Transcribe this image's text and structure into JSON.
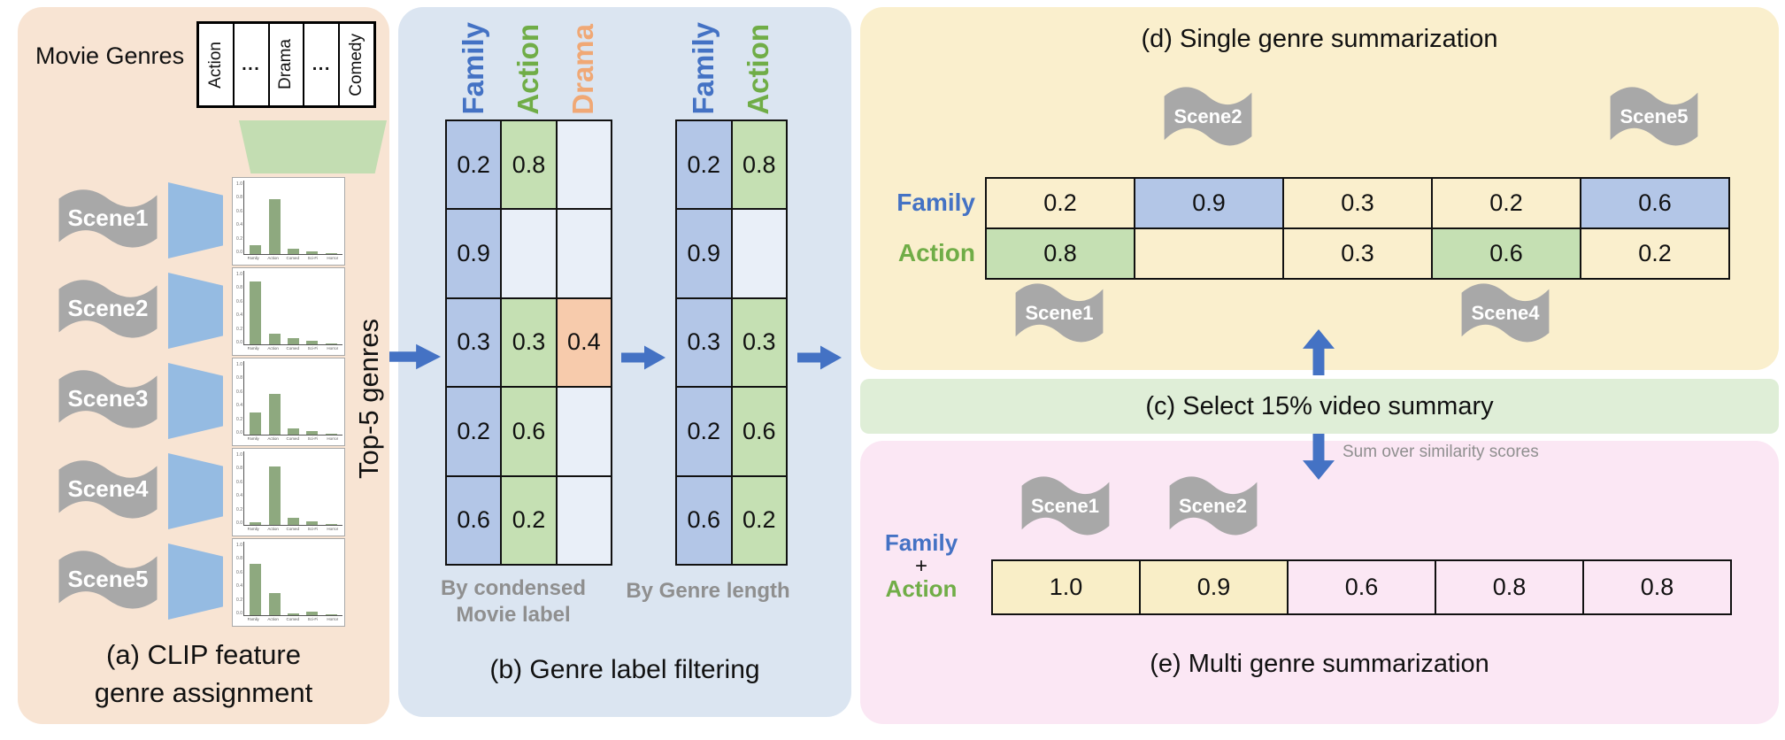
{
  "panel_a": {
    "caption": [
      "(a)  CLIP feature",
      "genre assignment"
    ],
    "movie_genres_label": "Movie Genres",
    "genre_strip": [
      "Action",
      "...",
      "Drama",
      "...",
      "Comedy"
    ],
    "top5_label": "Top-5 genres",
    "scenes": [
      "Scene1",
      "Scene2",
      "Scene3",
      "Scene4",
      "Scene5"
    ],
    "mini_charts": {
      "type": "bar",
      "ylabels": [
        "1.0",
        "0.8",
        "0.6",
        "0.4",
        "0.2",
        "0.0"
      ],
      "xlabels": [
        "Family",
        "Action",
        "Comedy",
        "Sci-Fi",
        "Horror"
      ],
      "values": [
        [
          0.12,
          0.75,
          0.07,
          0.04,
          0.01
        ],
        [
          0.85,
          0.15,
          0.08,
          0.05,
          0.01
        ],
        [
          0.3,
          0.55,
          0.08,
          0.05,
          0.01
        ],
        [
          0.04,
          0.8,
          0.1,
          0.05,
          0.01
        ],
        [
          0.7,
          0.3,
          0.02,
          0.05,
          0.01
        ]
      ]
    }
  },
  "panel_b": {
    "caption": "(b) Genre label filtering",
    "table1": {
      "headers": [
        {
          "label": "Family",
          "color": "#4472c4"
        },
        {
          "label": "Action",
          "color": "#70ad47"
        },
        {
          "label": "Drama",
          "color": "#f0a875"
        }
      ],
      "rows": [
        [
          "0.2",
          "0.8",
          ""
        ],
        [
          "0.9",
          "",
          ""
        ],
        [
          "0.3",
          "0.3",
          "0.4"
        ],
        [
          "0.2",
          "0.6",
          ""
        ],
        [
          "0.6",
          "0.2",
          ""
        ]
      ],
      "fills": [
        [
          "blue",
          "green",
          "empty"
        ],
        [
          "blue",
          "empty",
          "empty"
        ],
        [
          "blue",
          "green",
          "orange"
        ],
        [
          "blue",
          "green",
          "empty"
        ],
        [
          "blue",
          "green",
          "empty"
        ]
      ],
      "caption_lines": [
        "By condensed",
        "Movie label"
      ]
    },
    "table2": {
      "headers": [
        {
          "label": "Family",
          "color": "#4472c4"
        },
        {
          "label": "Action",
          "color": "#70ad47"
        }
      ],
      "rows": [
        [
          "0.2",
          "0.8"
        ],
        [
          "0.9",
          ""
        ],
        [
          "0.3",
          "0.3"
        ],
        [
          "0.2",
          "0.6"
        ],
        [
          "0.6",
          "0.2"
        ]
      ],
      "fills": [
        [
          "blue",
          "green"
        ],
        [
          "blue",
          "empty"
        ],
        [
          "blue",
          "green"
        ],
        [
          "blue",
          "green"
        ],
        [
          "blue",
          "green"
        ]
      ],
      "caption_lines": [
        "By Genre length"
      ]
    }
  },
  "panel_d": {
    "title": "(d) Single genre summarization",
    "row_labels": [
      {
        "label": "Family",
        "color": "#4472c4"
      },
      {
        "label": "Action",
        "color": "#70ad47"
      }
    ],
    "rows": [
      {
        "values": [
          "0.2",
          "0.9",
          "0.3",
          "0.2",
          "0.6"
        ],
        "fills": [
          "plain",
          "blue",
          "plain",
          "plain",
          "blue"
        ]
      },
      {
        "values": [
          "0.8",
          "",
          "0.3",
          "0.6",
          "0.2"
        ],
        "fills": [
          "green",
          "plain",
          "plain",
          "green",
          "plain"
        ]
      }
    ],
    "flags_top": [
      {
        "label": "Scene2",
        "col": 2
      },
      {
        "label": "Scene5",
        "col": 5
      }
    ],
    "flags_bottom": [
      {
        "label": "Scene1",
        "col": 1
      },
      {
        "label": "Scene4",
        "col": 4
      }
    ]
  },
  "panel_c": {
    "label": "(c) Select 15% video summary"
  },
  "panel_e": {
    "caption": "(e) Multi genre summarization",
    "note": "Sum over similarity scores",
    "row_label": {
      "top": "Family",
      "mid": "+",
      "bottom": "Action"
    },
    "cells": {
      "values": [
        "1.0",
        "0.9",
        "0.6",
        "0.8",
        "0.8"
      ],
      "fills": [
        "yellow",
        "yellow",
        "plain",
        "plain",
        "plain"
      ]
    },
    "flags": [
      {
        "label": "Scene1",
        "col": 1
      },
      {
        "label": "Scene2",
        "col": 2
      }
    ]
  },
  "colors": {
    "panel_a_bg": "#f8e4d3",
    "panel_b_bg": "#dbe5f1",
    "panel_d_bg": "#faefcd",
    "panel_c_bg": "#dfeed7",
    "panel_e_bg": "#fbe7f4",
    "cell_blue": "#b3c6e7",
    "cell_green": "#c5e0b3",
    "cell_orange": "#f7cbac",
    "cell_light": "#e9eff8",
    "cell_yellow": "#f9eec7",
    "family_blue": "#4472c4",
    "action_green": "#70ad47",
    "drama_orange": "#f0a875",
    "arrow_blue": "#4472c4",
    "flag_gray": "#a8a8a8",
    "bar_green": "#8ea97f"
  }
}
